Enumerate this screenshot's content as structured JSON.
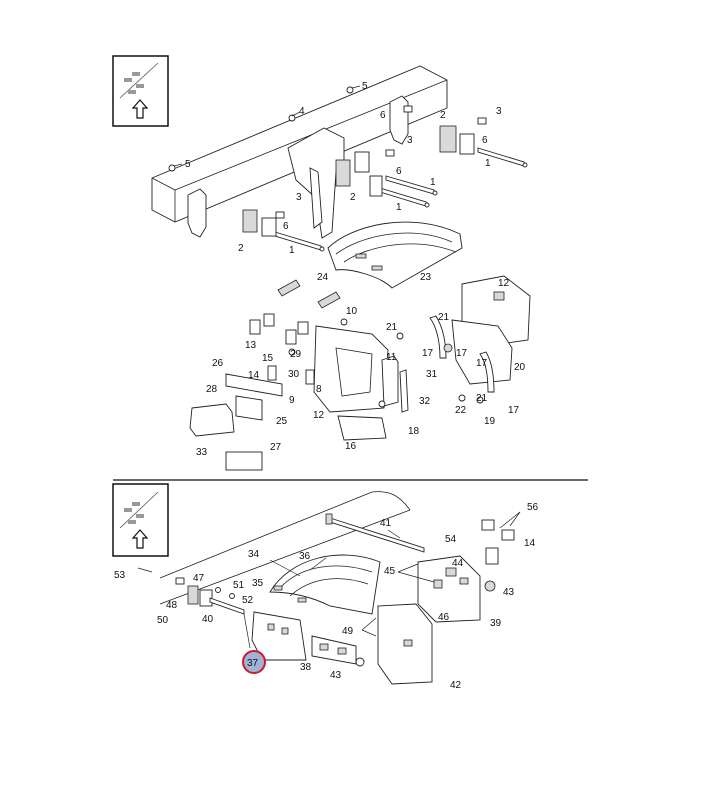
{
  "diagram": {
    "highlight_color": "#d0182b",
    "highlight_fill": "#9fb3d6",
    "highlighted_label": "37",
    "top_labels": [
      "1",
      "1",
      "1",
      "1",
      "2",
      "2",
      "2",
      "3",
      "3",
      "3",
      "4",
      "5",
      "5",
      "6",
      "6",
      "6",
      "6",
      "12",
      "12",
      "13",
      "14",
      "15",
      "16",
      "17",
      "17",
      "17",
      "18",
      "19",
      "20",
      "21",
      "21",
      "21",
      "22",
      "23",
      "24",
      "25",
      "26",
      "27",
      "28",
      "29",
      "30",
      "31",
      "32",
      "33",
      "8",
      "9",
      "10",
      "11",
      "17"
    ],
    "bottom_labels": [
      "34",
      "35",
      "36",
      "37",
      "38",
      "39",
      "40",
      "41",
      "42",
      "43",
      "43",
      "44",
      "45",
      "46",
      "47",
      "48",
      "49",
      "50",
      "51",
      "52",
      "53",
      "54",
      "14",
      "56"
    ]
  }
}
